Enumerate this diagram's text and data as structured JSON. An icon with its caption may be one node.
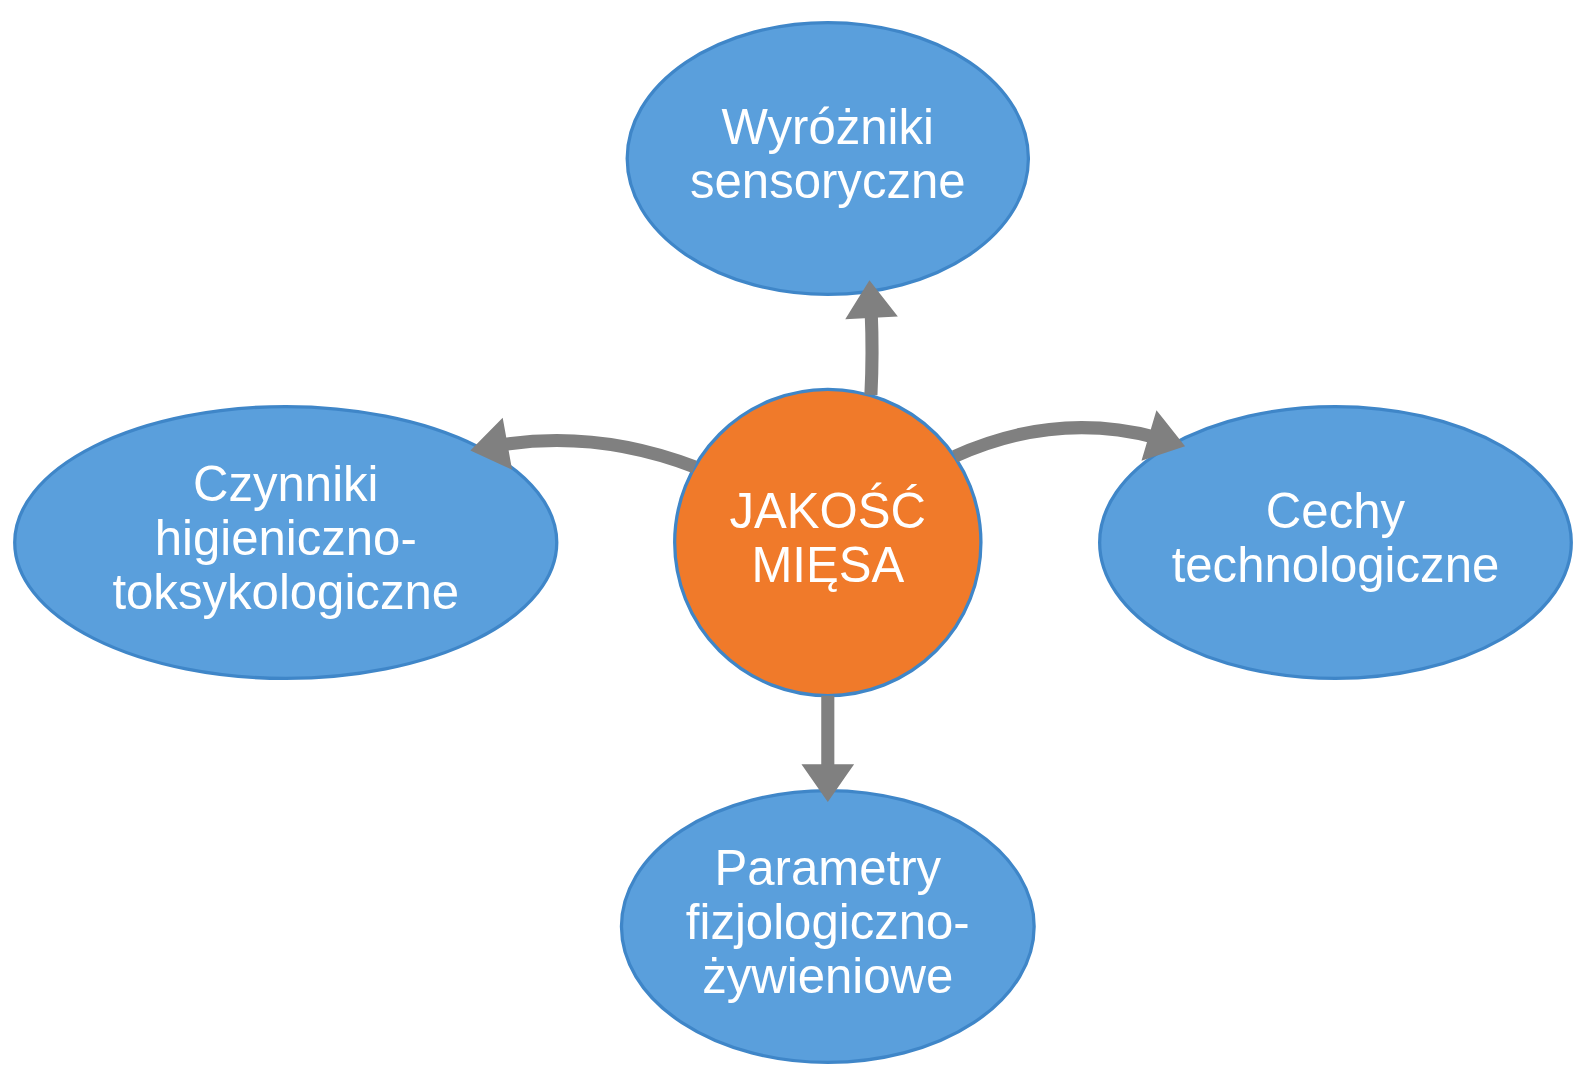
{
  "diagram": {
    "nodes": [
      {
        "text": [
          "Wyróżniki sensoryczne"
        ]
      },
      {
        "text": [
          "Czynniki higieniczno-toksykologiczne"
        ]
      },
      {
        "text": [
          "JAKOŚĆ MIĘSA"
        ]
      },
      {
        "text": [
          "Cechy technologiczne"
        ]
      },
      {
        "text": [
          "Parametry fizjologiczno-żywieniowe"
        ]
      }
    ],
    "edges": [
      {
        "from": 2,
        "to": 0,
        "arrow": "to"
      },
      {
        "from": 2,
        "to": 1,
        "arrow": "to"
      },
      {
        "from": 2,
        "to": 3,
        "arrow": "to"
      },
      {
        "from": 2,
        "to": 4,
        "arrow": "to"
      }
    ]
  }
}
